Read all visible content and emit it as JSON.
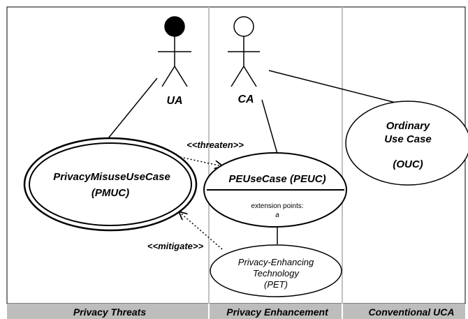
{
  "colors": {
    "background": "#ffffff",
    "frame": "#000000",
    "lane_divider": "#c0c0c0",
    "footer_bar": "#bdbdbd",
    "stroke": "#000000",
    "ua_head_fill": "#000000",
    "ca_head_fill": "#ffffff"
  },
  "lanes": [
    {
      "label": "Privacy Threats"
    },
    {
      "label": "Privacy Enhancement"
    },
    {
      "label": "Conventional UCA"
    }
  ],
  "actors": {
    "ua": {
      "label": "UA",
      "head": "filled"
    },
    "ca": {
      "label": "CA",
      "head": "hollow"
    }
  },
  "use_cases": {
    "pmuc": {
      "line1": "PrivacyMisuseUseCase",
      "line2": "(PMUC)",
      "style": "double-border"
    },
    "peuc": {
      "title": "PEUseCase (PEUC)",
      "ext_label": "extension points:",
      "ext_value": "a"
    },
    "pet": {
      "line1": "Privacy-Enhancing",
      "line2": "Technology",
      "line3": "(PET)"
    },
    "ouc": {
      "line1": "Ordinary",
      "line2": "Use Case",
      "line3": "(OUC)"
    }
  },
  "relations": {
    "threaten": "<<threaten>>",
    "mitigate": "<<mitigate>>"
  }
}
